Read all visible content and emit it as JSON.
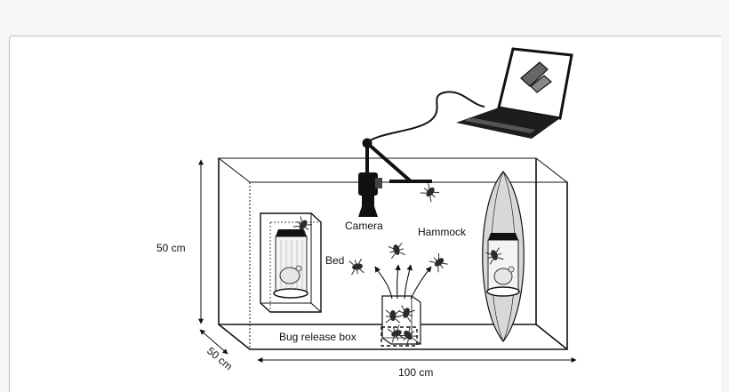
{
  "figure": {
    "labels": {
      "camera": "Camera",
      "hammock": "Hammock",
      "bed": "Bed",
      "bug_release_box": "Bug release box",
      "height": "50 cm",
      "depth": "50 cm",
      "width": "100 cm"
    },
    "icons": [
      "laptop-icon",
      "camera-icon",
      "bug-icon",
      "mouse-icon",
      "cage-icon"
    ]
  }
}
